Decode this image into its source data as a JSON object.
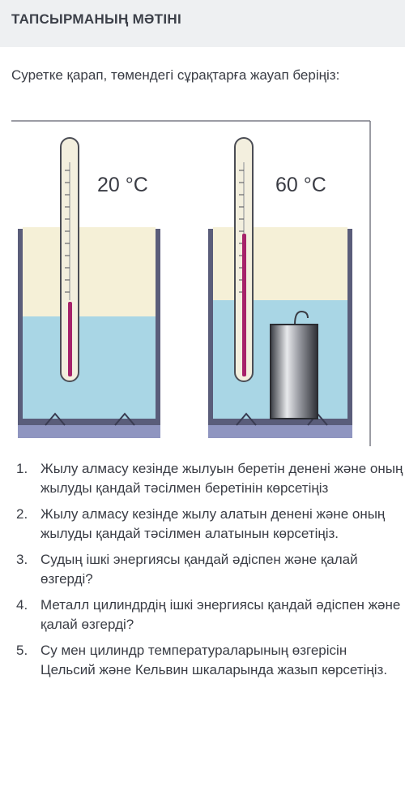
{
  "header": {
    "title": "ТАПСЫРМАНЫҢ МӘТІНІ"
  },
  "intro": "Суретке қарап, төмендегі сұрақтарға жауап беріңіз:",
  "figure": {
    "left_temp": "20 °C",
    "right_temp": "60 °C",
    "colors": {
      "water": "#a9d6e5",
      "air": "#f5f0d7",
      "vessel": "#5a5d7a",
      "stand": "#8f95c0",
      "mercury": "#a6226a"
    }
  },
  "questions": [
    {
      "num": "1.",
      "text": "Жылу алмасу кезінде жылуын беретін денені және оның жылуды қандай тәсілмен беретінін көрсетіңіз"
    },
    {
      "num": "2.",
      "text": "Жылу алмасу кезінде жылу алатын денені және оның жылуды қандай тәсілмен алатынын көрсетіңіз."
    },
    {
      "num": "3.",
      "text": "Судың ішкі энергиясы қандай әдіспен және қалай өзгерді?"
    },
    {
      "num": "4.",
      "text": "Металл цилиндрдің ішкі энергиясы қандай әдіспен және қалай өзгерді?"
    },
    {
      "num": "5.",
      "text": "Су мен цилиндр температураларының өзгерісін Цельсий және Кельвин шкаларында жазып көрсетіңіз."
    }
  ]
}
